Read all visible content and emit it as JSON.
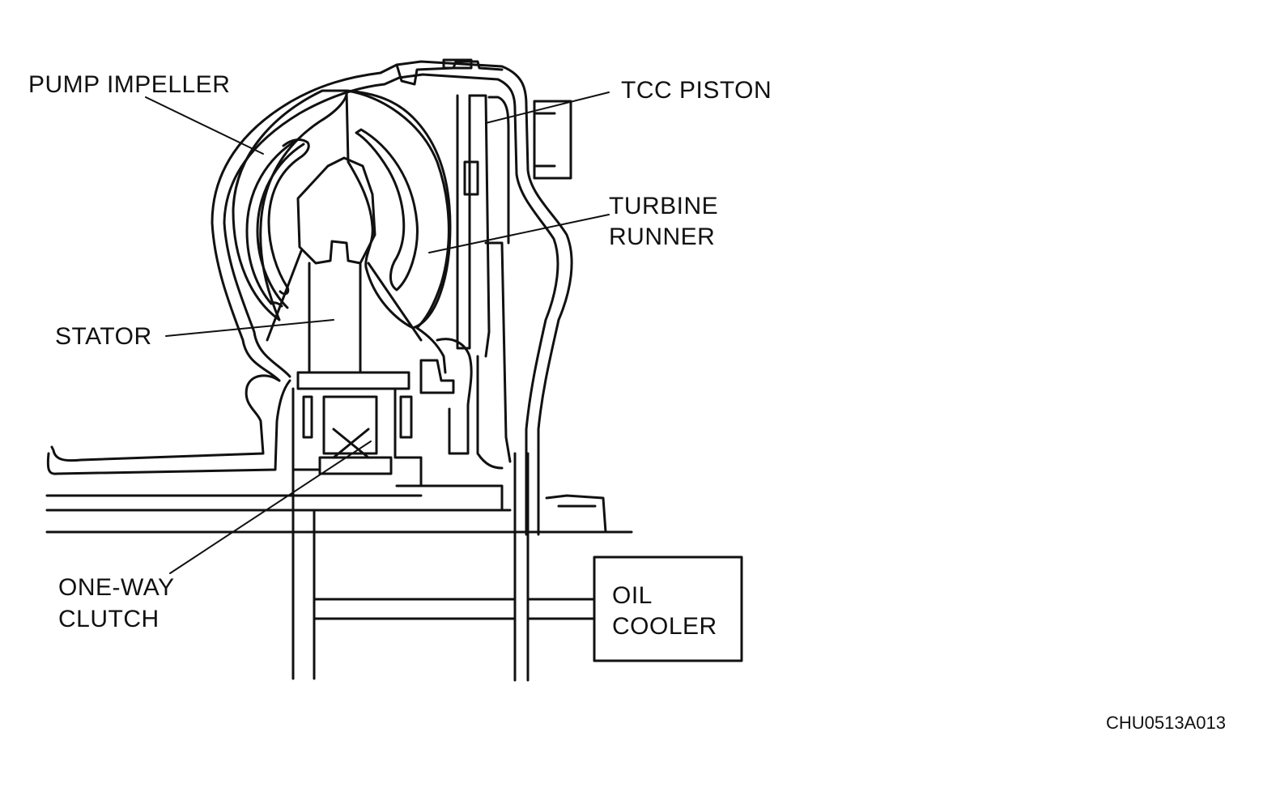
{
  "diagram": {
    "labels": {
      "pump_impeller": "PUMP IMPELLER",
      "tcc_piston": "TCC PISTON",
      "turbine_runner_line1": "TURBINE",
      "turbine_runner_line2": "RUNNER",
      "stator": "STATOR",
      "one_way_clutch_line1": "ONE-WAY",
      "one_way_clutch_line2": "CLUTCH",
      "oil_cooler_line1": "OIL",
      "oil_cooler_line2": "COOLER"
    },
    "reference_code": "CHU0513A013",
    "line_color": "#111111"
  }
}
